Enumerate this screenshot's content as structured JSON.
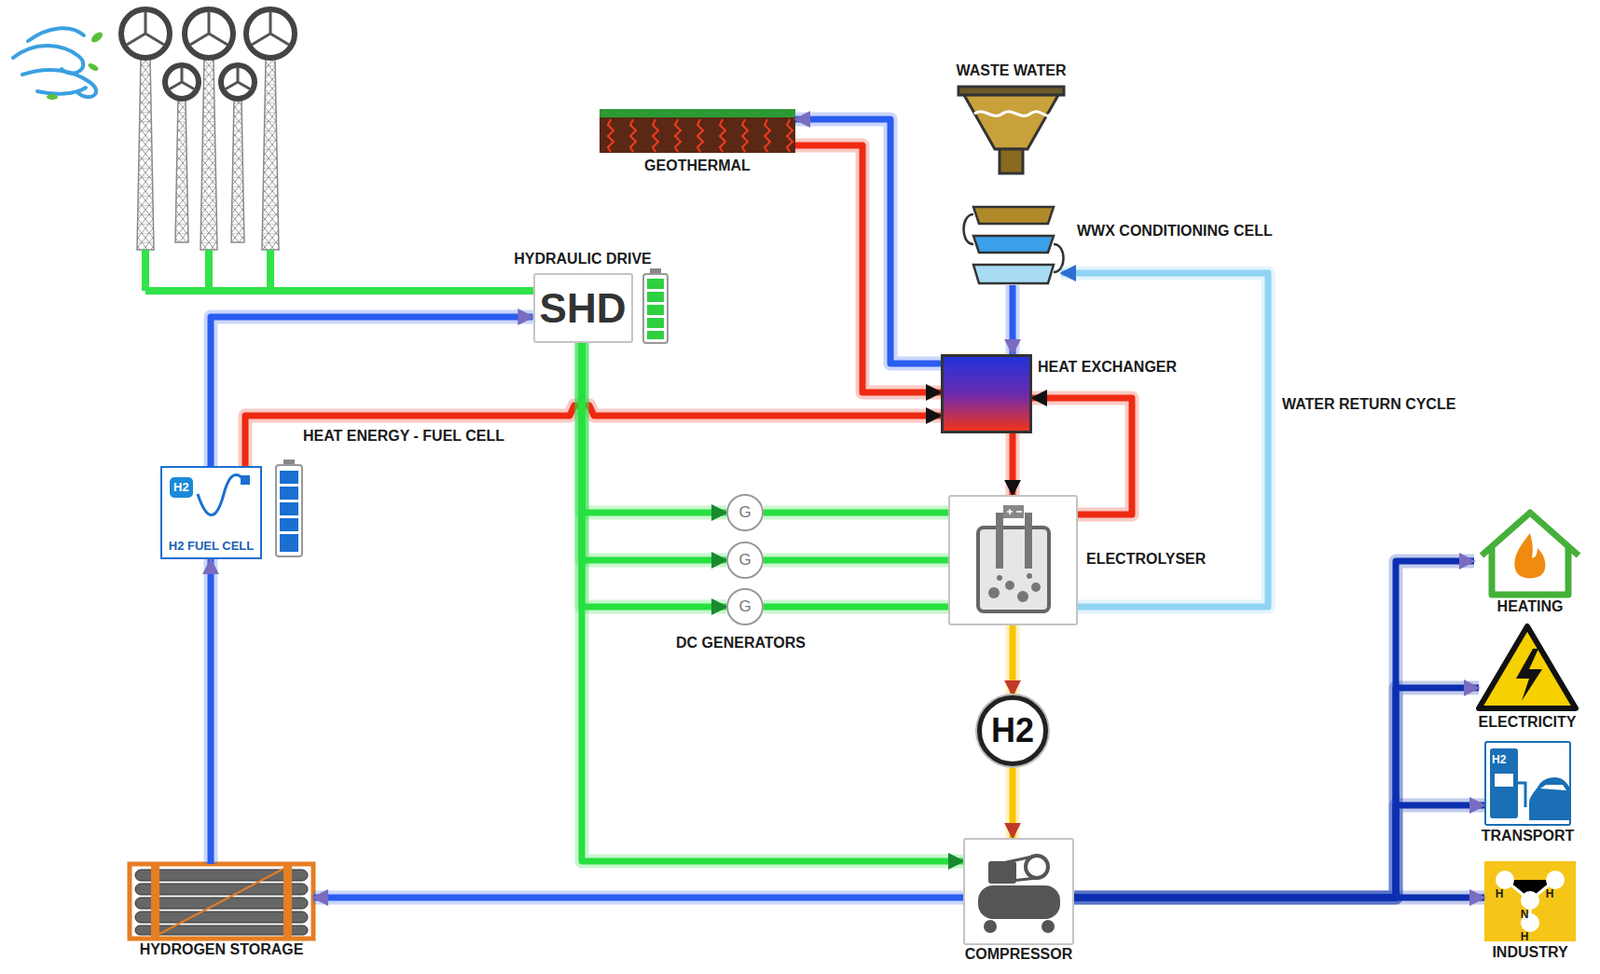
{
  "diagram": {
    "nodes": [
      {
        "text": [
          "GEOTHERMAL"
        ]
      },
      {
        "text": [
          "WASTE WATER"
        ]
      },
      {
        "text": [
          "WWX CONDITIONING CELL"
        ]
      },
      {
        "text": [
          "HYDRAULIC DRIVE",
          "SHD"
        ]
      },
      {
        "text": [
          "HEAT EXCHANGER"
        ]
      },
      {
        "text": [
          "H2",
          "H2 FUEL CELL"
        ]
      },
      {
        "text": [
          "G"
        ]
      },
      {
        "text": [
          "G"
        ]
      },
      {
        "text": [
          "G"
        ]
      },
      {
        "text": [
          "ELECTROLYSER"
        ]
      },
      {
        "text": [
          "H2"
        ]
      },
      {
        "text": [
          "HEATING"
        ]
      },
      {
        "text": [
          "ELECTRICITY"
        ]
      },
      {
        "text": [
          "H2",
          "TRANSPORT"
        ]
      },
      {
        "text": [
          "HYDROGEN STORAGE"
        ]
      },
      {
        "text": [
          "COMPRESSOR"
        ]
      },
      {
        "text": [
          "H",
          "H",
          "N",
          "H",
          "INDUSTRY"
        ]
      }
    ],
    "edges": [
      {
        "from": 0,
        "to": 4,
        "arrow": "to"
      },
      {
        "from": 4,
        "to": 0,
        "arrow": "to"
      },
      {
        "from": 2,
        "to": 4,
        "arrow": "to"
      },
      {
        "from": 4,
        "to": 9,
        "arrow": "to"
      },
      {
        "from": 9,
        "to": 4,
        "arrow": "to"
      },
      {
        "from": 5,
        "to": 4,
        "label": "HEAT ENERGY - FUEL CELL",
        "arrow": "to"
      },
      {
        "from": 3,
        "to": 6,
        "arrow": "to"
      },
      {
        "from": 3,
        "to": 7,
        "arrow": "to"
      },
      {
        "from": 3,
        "to": 8,
        "arrow": "to"
      },
      {
        "from": 6,
        "to": 9,
        "arrow": "none"
      },
      {
        "from": 7,
        "to": 9,
        "arrow": "none"
      },
      {
        "from": 8,
        "to": 9,
        "arrow": "none"
      },
      {
        "from": 3,
        "to": 15,
        "arrow": "to"
      },
      {
        "from": 9,
        "to": 2,
        "label": "WATER RETURN CYCLE",
        "arrow": "to"
      },
      {
        "from": 9,
        "to": 10,
        "arrow": "to"
      },
      {
        "from": 10,
        "to": 15,
        "arrow": "to"
      },
      {
        "from": 15,
        "to": 14,
        "arrow": "to"
      },
      {
        "from": 14,
        "to": 5,
        "arrow": "to"
      },
      {
        "from": 5,
        "to": 3,
        "arrow": "to"
      },
      {
        "from": 15,
        "to": 11,
        "arrow": "to"
      },
      {
        "from": 15,
        "to": 12,
        "arrow": "to"
      },
      {
        "from": 15,
        "to": 13,
        "arrow": "to"
      },
      {
        "from": 15,
        "to": 16,
        "arrow": "to"
      }
    ],
    "labels": [
      "DC GENERATORS"
    ]
  }
}
